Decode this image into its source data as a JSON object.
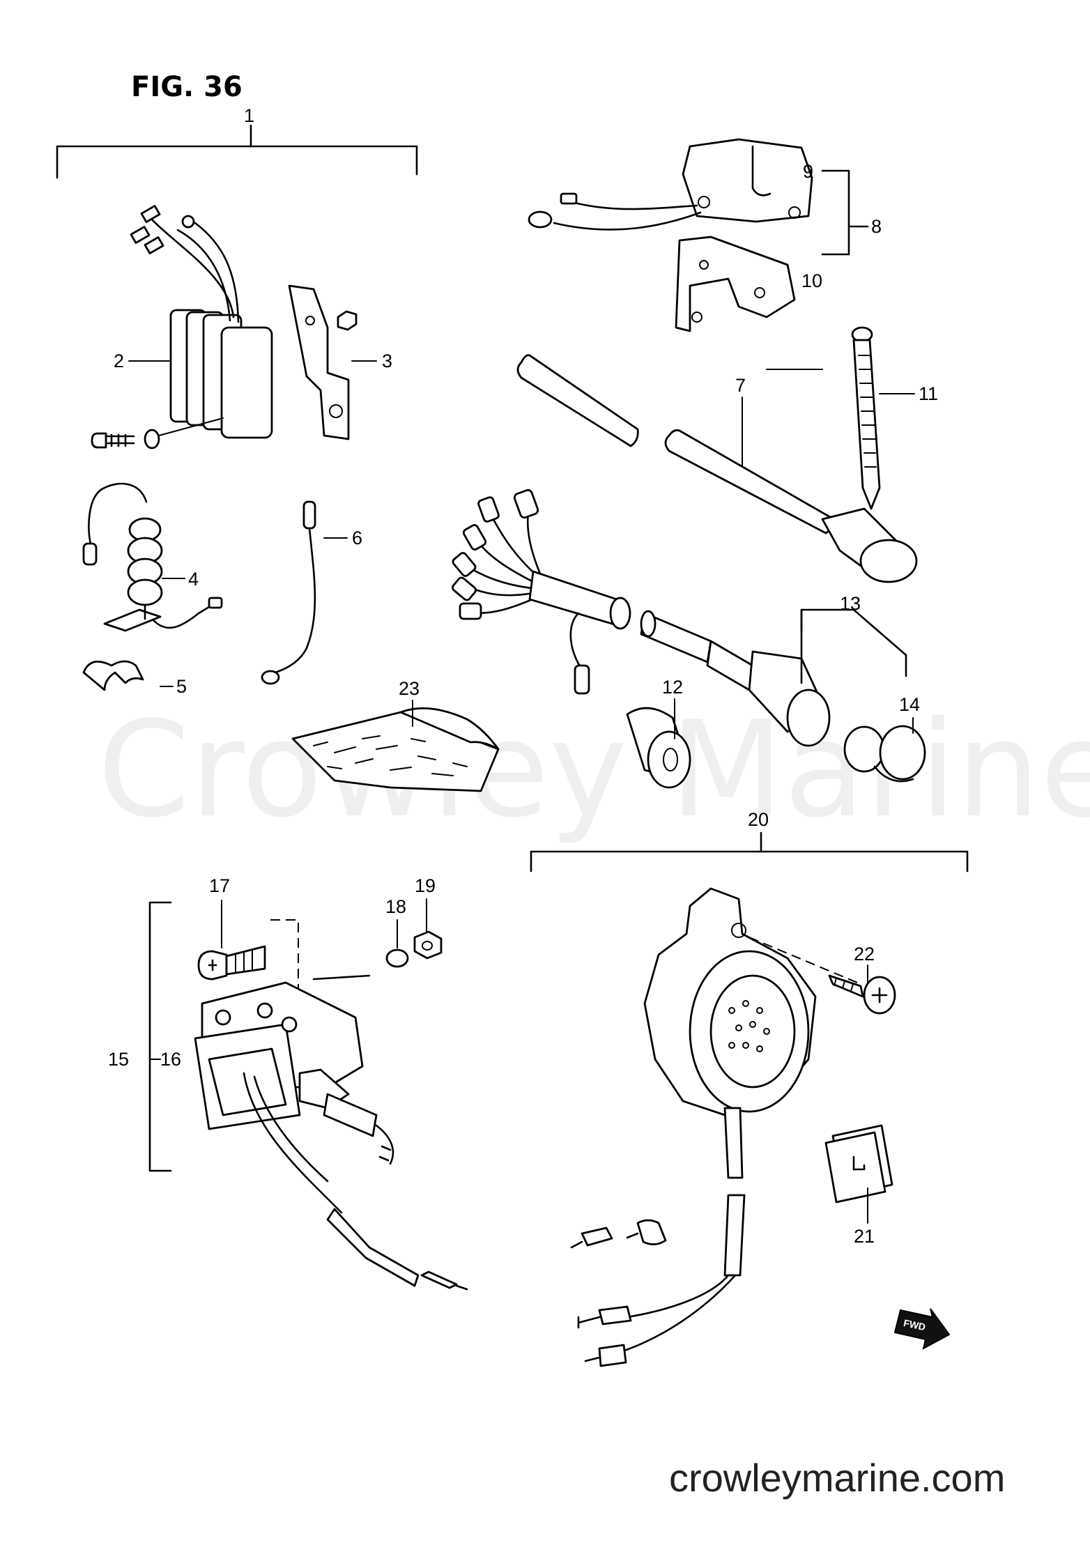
{
  "figure": {
    "title": "FIG. 36"
  },
  "watermark": {
    "text": "Crowley Marine"
  },
  "site": {
    "url": "crowleymarine.com"
  },
  "badge": {
    "fwd": "FWD"
  },
  "callouts": [
    {
      "id": "1",
      "text": "1"
    },
    {
      "id": "2",
      "text": "2"
    },
    {
      "id": "3",
      "text": "3"
    },
    {
      "id": "4",
      "text": "4"
    },
    {
      "id": "5",
      "text": "5"
    },
    {
      "id": "6",
      "text": "6"
    },
    {
      "id": "7",
      "text": "7"
    },
    {
      "id": "8",
      "text": "8"
    },
    {
      "id": "9",
      "text": "9"
    },
    {
      "id": "10",
      "text": "10"
    },
    {
      "id": "11",
      "text": "11"
    },
    {
      "id": "12",
      "text": "12"
    },
    {
      "id": "13",
      "text": "13"
    },
    {
      "id": "14",
      "text": "14"
    },
    {
      "id": "15",
      "text": "15"
    },
    {
      "id": "16",
      "text": "16"
    },
    {
      "id": "17",
      "text": "17"
    },
    {
      "id": "18",
      "text": "18"
    },
    {
      "id": "19",
      "text": "19"
    },
    {
      "id": "20",
      "text": "20"
    },
    {
      "id": "21",
      "text": "21"
    },
    {
      "id": "22",
      "text": "22"
    },
    {
      "id": "23",
      "text": "23"
    }
  ]
}
